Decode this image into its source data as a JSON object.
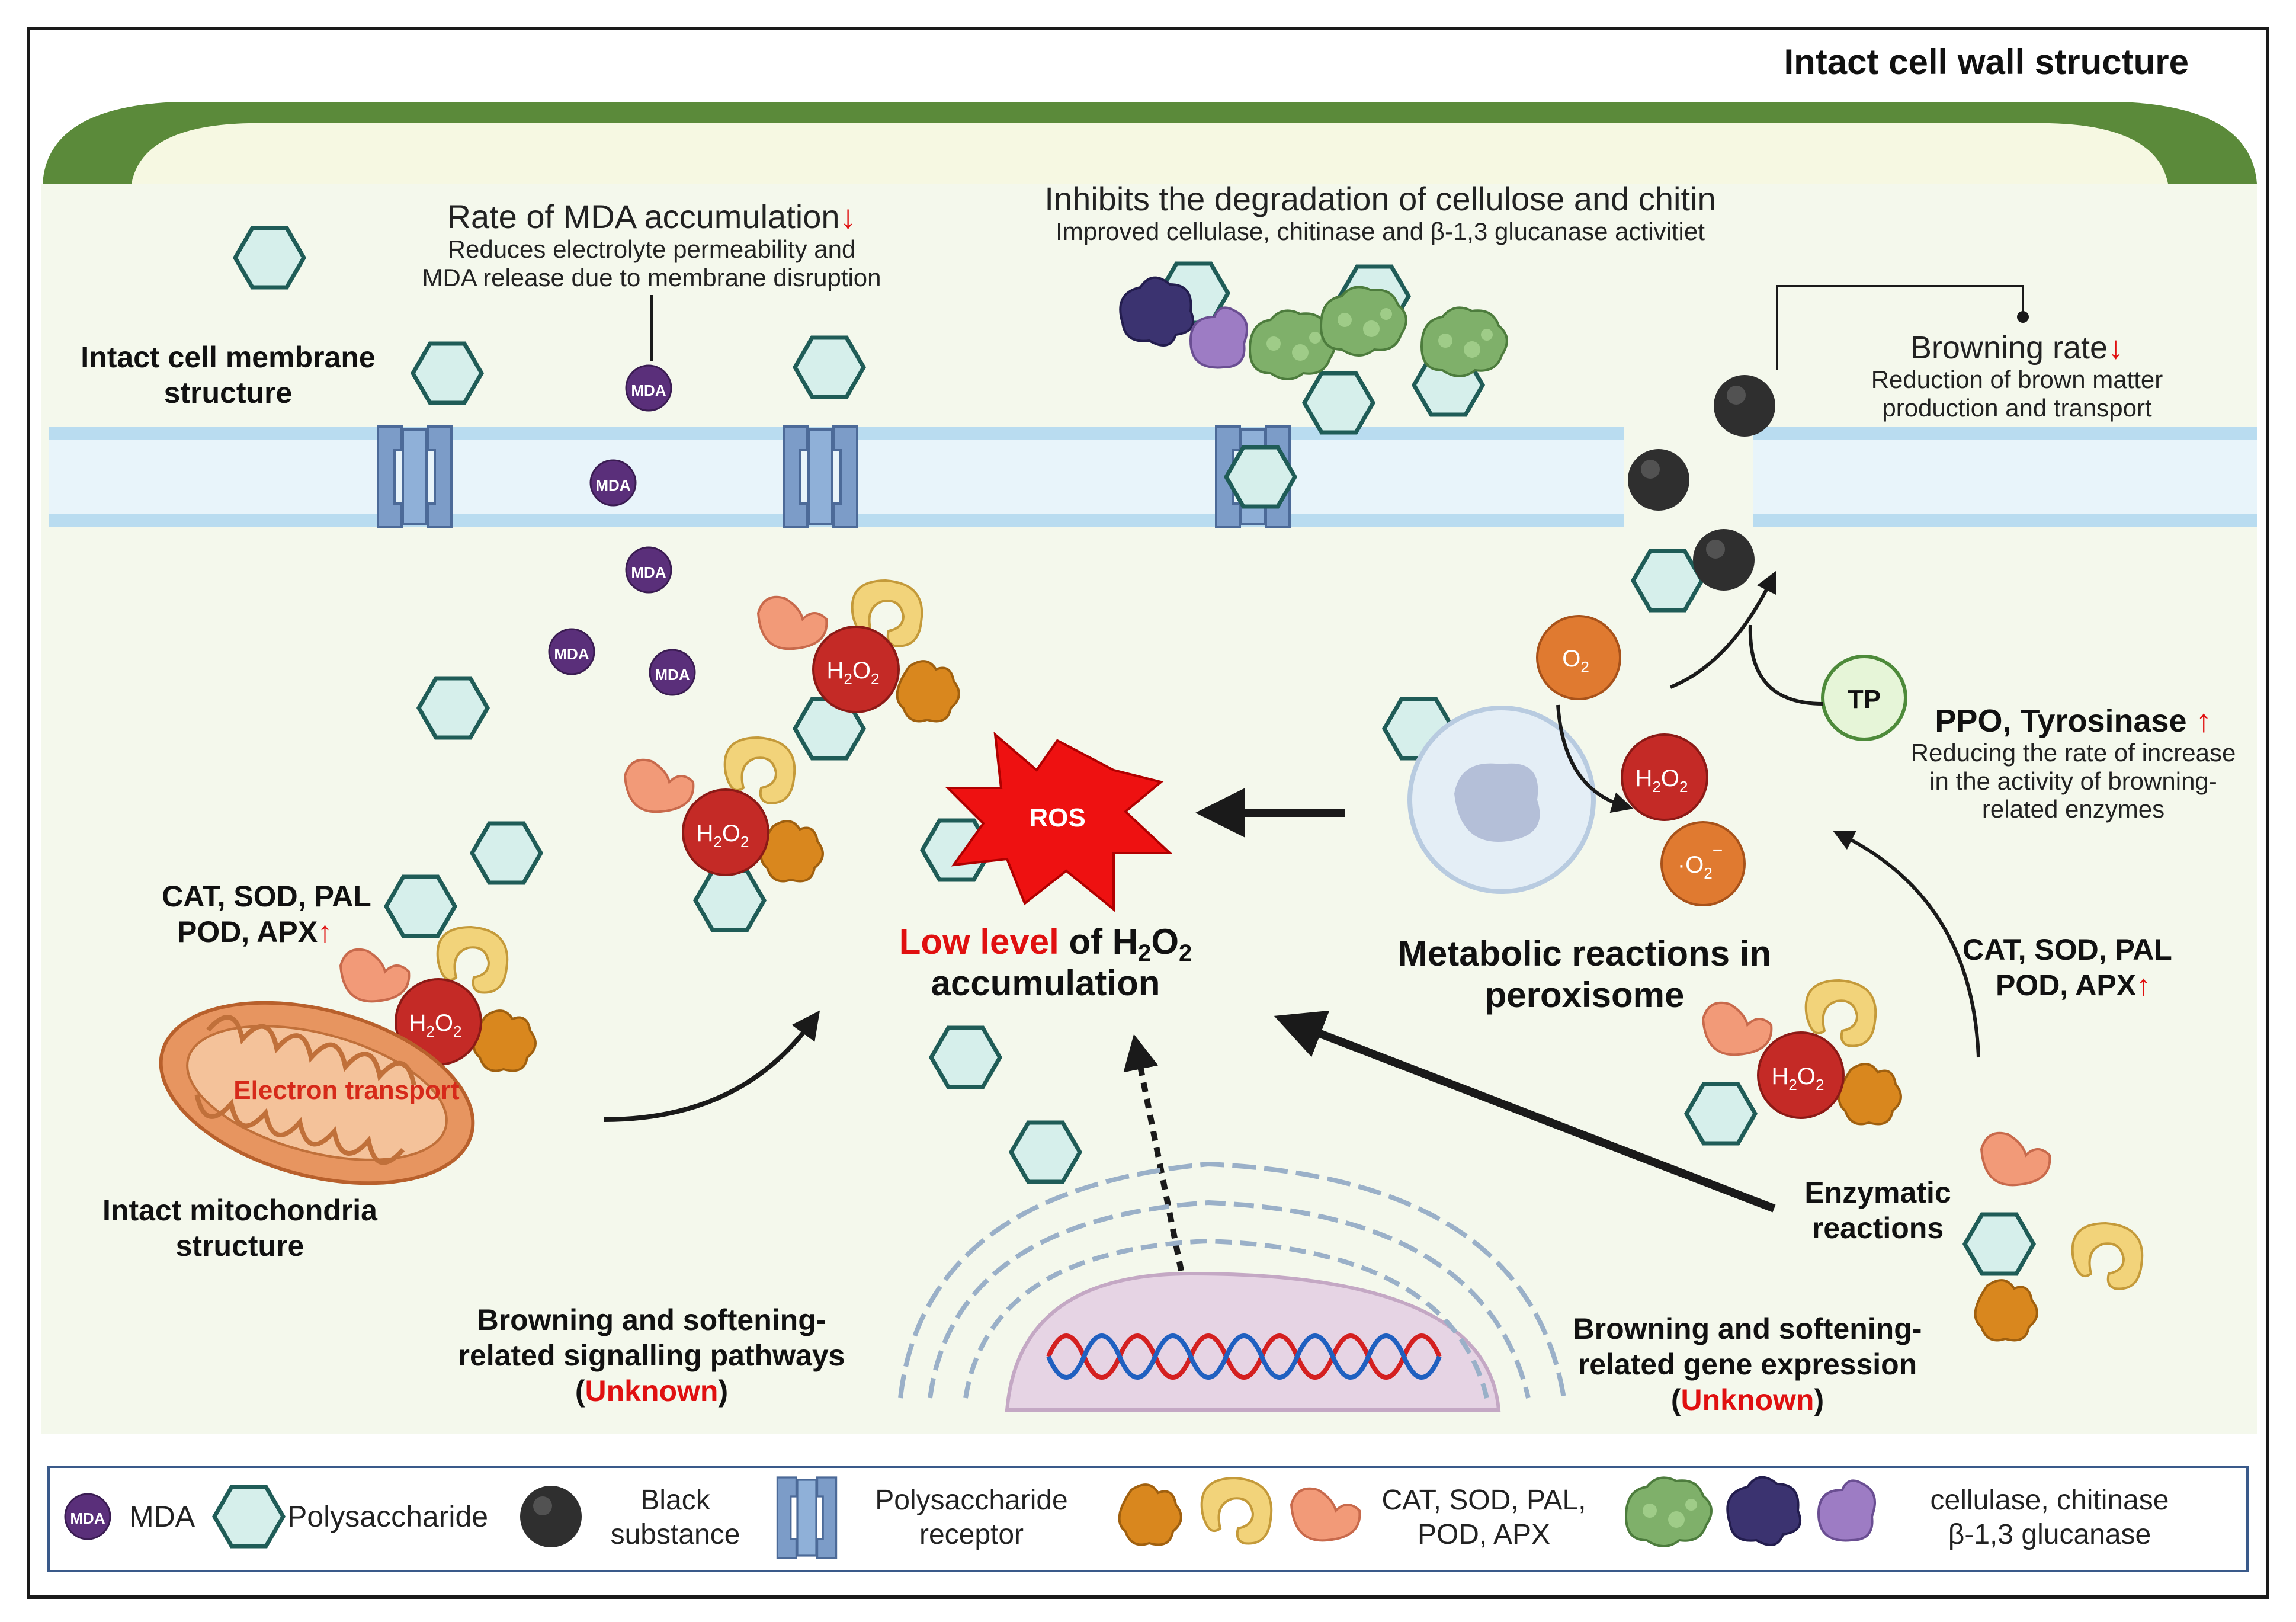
{
  "cell_wall": {
    "label": "Intact cell wall structure"
  },
  "membrane": {
    "label_line1": "Intact cell membrane",
    "label_line2": "structure"
  },
  "mda_block": {
    "title": "Rate of MDA accumulation",
    "arrow": "↓",
    "desc_line1": "Reduces electrolyte permeability and",
    "desc_line2": "MDA release due to membrane disruption",
    "mda_tag": "MDA"
  },
  "cellulose_block": {
    "title": "Inhibits the degradation of cellulose and chitin",
    "desc": "Improved cellulase, chitinase and β-1,3 glucanase activitiet"
  },
  "browning_block": {
    "title": "Browning rate",
    "arrow": "↓",
    "desc_line1": "Reduction of brown matter",
    "desc_line2": "production and transport"
  },
  "ppo_block": {
    "title": "PPO, Tyrosinase",
    "arrow": "↑",
    "desc_line1": "Reducing the rate of increase",
    "desc_line2": "in the activity of browning-",
    "desc_line3": "related enzymes",
    "tp": "TP"
  },
  "left_enzymes": {
    "line1": "CAT, SOD, PAL",
    "line2": "POD, APX",
    "arrow": "↑"
  },
  "right_enzymes": {
    "line1": "CAT, SOD, PAL",
    "line2": "POD, APX",
    "arrow": "↑"
  },
  "mitochondria": {
    "inner": "Electron transport",
    "line1": "Intact mitochondria",
    "line2": "structure"
  },
  "center": {
    "ros": "ROS",
    "low_level": "Low level",
    "of_h": " of H",
    "sub2a": "2",
    "o": "O",
    "sub2b": "2",
    "accumulation": "accumulation"
  },
  "peroxisome": {
    "line1": "Metabolic reactions in",
    "line2": "peroxisome"
  },
  "enzymatic": {
    "line1": "Enzymatic",
    "line2": "reactions"
  },
  "signalling": {
    "line1": "Browning and softening-",
    "line2": "related signalling pathways",
    "open": "(",
    "unknown": "Unknown",
    "close": ")"
  },
  "gene_expr": {
    "line1": "Browning and softening-",
    "line2": "related gene expression",
    "open": "(",
    "unknown": "Unknown",
    "close": ")"
  },
  "molecules": {
    "h2o2_h": "H",
    "h2o2_o": "O",
    "sub": "2",
    "o2": "O",
    "o2_sub": "2",
    "superoxide": "·O",
    "superoxide_sub": "2",
    "superoxide_sup": "−"
  },
  "legend": {
    "mda_tag": "MDA",
    "mda": "MDA",
    "polysaccharide": "Polysaccharide",
    "black_line1": "Black",
    "black_line2": "substance",
    "receptor_line1": "Polysaccharide",
    "receptor_line2": "receptor",
    "antiox_line1": "CAT, SOD, PAL,",
    "antiox_line2": "POD, APX",
    "cellulase_line1": "cellulase, chitinase",
    "cellulase_line2": "β-1,3 glucanase"
  },
  "colors": {
    "wall_green": "#5b8a3a",
    "cytoplasm": "#f4f8ec",
    "membrane_blue": "#b9dcf0",
    "receptor_blue": "#7c9cc8",
    "hexagon_fill": "#d6efeb",
    "hexagon_stroke": "#1f5c57",
    "mda_purple": "#5a2f7a",
    "h2o2_red": "#c42a26",
    "o2_orange": "#e07a30",
    "black_ball": "#2f2f2f",
    "ros_red": "#ee1111",
    "accent_red": "#e01010"
  }
}
